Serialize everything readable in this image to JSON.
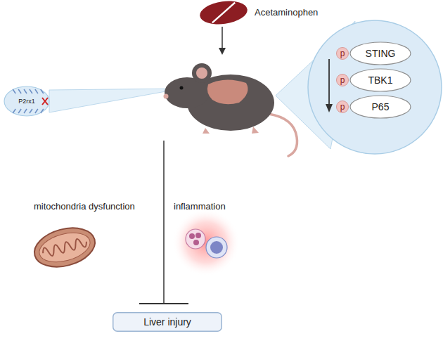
{
  "diagram": {
    "nodes": [
      {
        "text": [
          "P2rx1"
        ]
      },
      {
        "text": [
          "STING"
        ]
      },
      {
        "text": [
          "TBK1"
        ]
      },
      {
        "text": [
          "P65"
        ]
      },
      {
        "text": [
          "Liver injury"
        ]
      }
    ],
    "labels": [
      "Acetaminophen",
      "p",
      "p",
      "p",
      "mitochondria dysfunction",
      "inflammation"
    ]
  }
}
